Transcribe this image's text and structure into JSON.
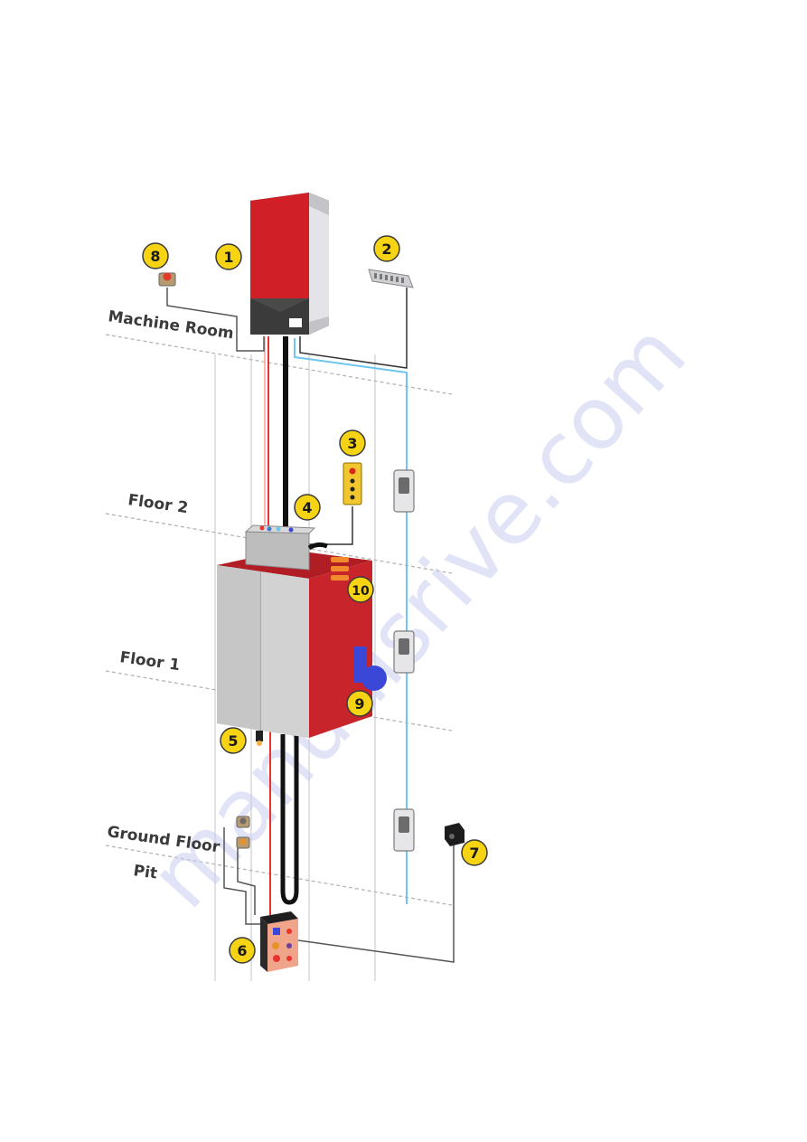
{
  "floors": {
    "machine_room": "Machine Room",
    "floor_2": "Floor 2",
    "floor_1": "Floor 1",
    "ground_floor": "Ground Floor",
    "pit": "Pit"
  },
  "callouts": {
    "c1": "1",
    "c2": "2",
    "c3": "3",
    "c4": "4",
    "c5": "5",
    "c6": "6",
    "c7": "7",
    "c8": "8",
    "c9": "9",
    "c10": "10"
  },
  "watermark": "manualsrive.com",
  "colors": {
    "controller_red": "#d01f27",
    "car_red": "#c8242b",
    "callout_yellow": "#f6d313",
    "bus_blue": "#6ec6ef",
    "power_red": "#e8332f",
    "flat_cable": "#111111"
  },
  "icons": [
    "controller-cabinet-icon",
    "terminal-block-icon",
    "inspection-box-icon",
    "car-top-box-icon",
    "pit-box-icon",
    "emergency-button-icon",
    "car-door-icon",
    "landing-station-icon"
  ]
}
